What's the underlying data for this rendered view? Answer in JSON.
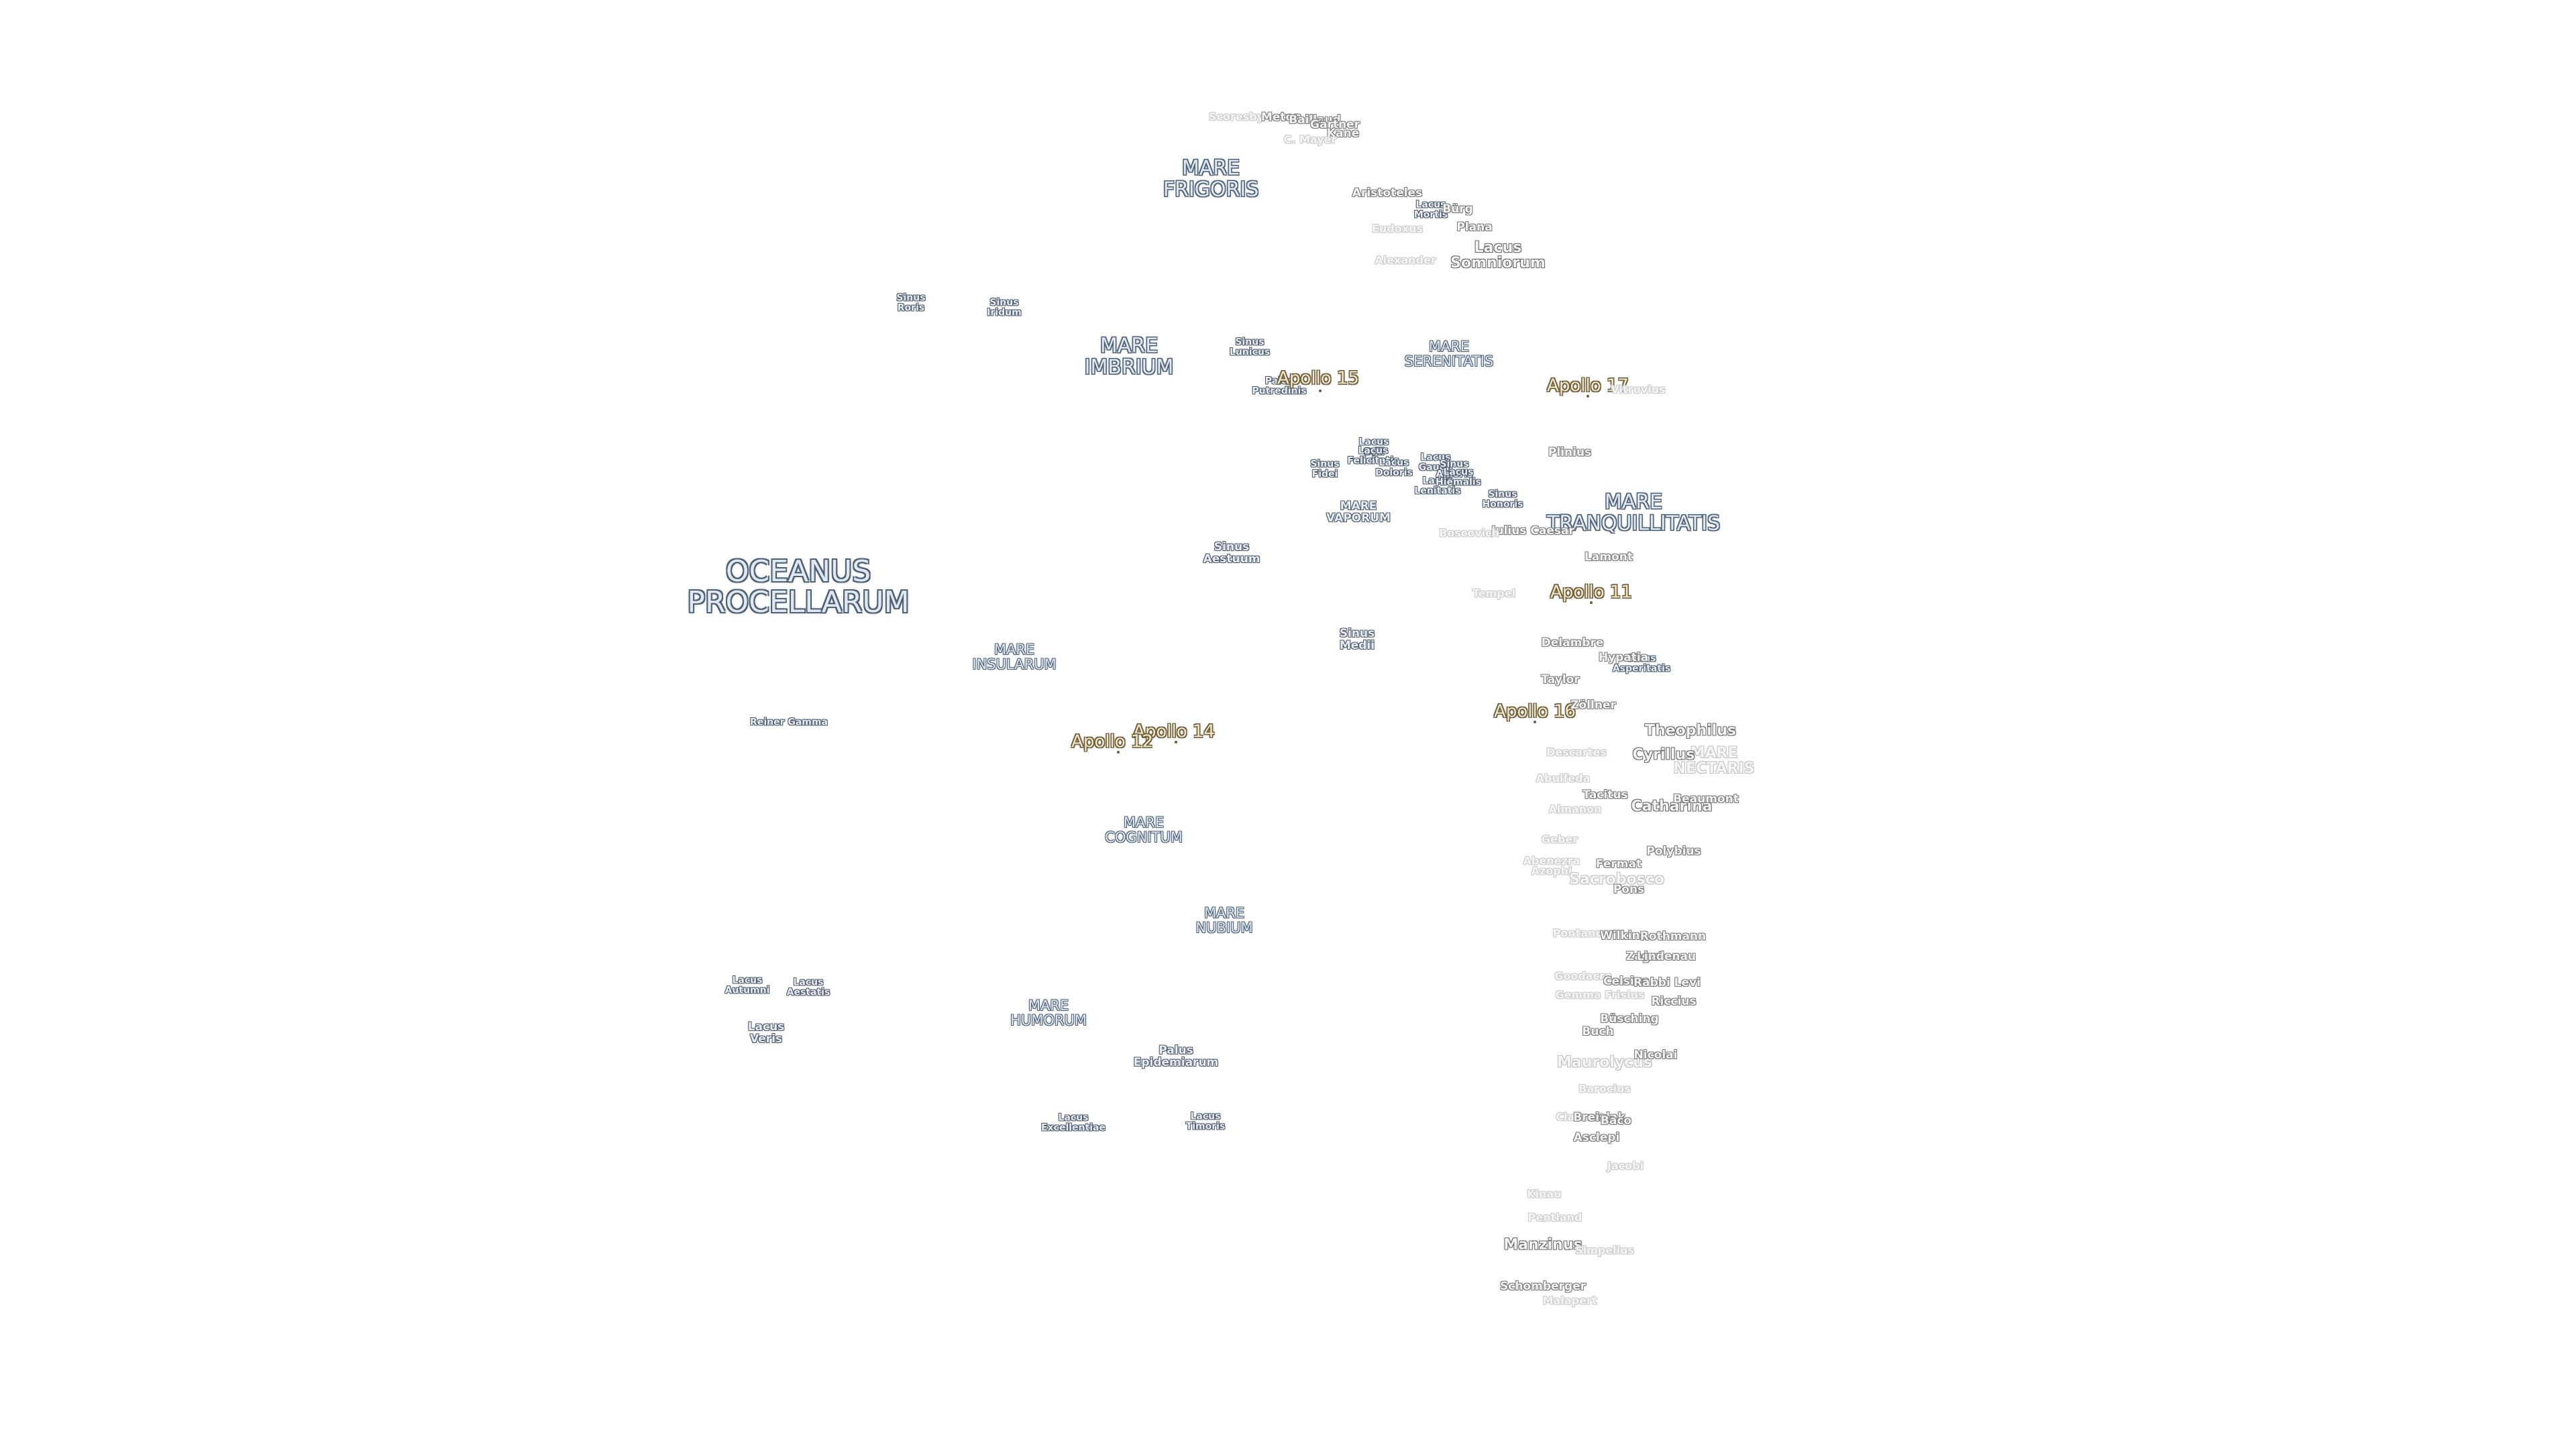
{
  "labels": [
    {
      "text": "OCEANUS\nPROCELLARUM",
      "cat": "ocean",
      "name": "oceanus-procellarum-label"
    },
    {
      "text": "MARE\nFRIGORIS",
      "cat": "mare",
      "name": "mare-frigoris-label"
    },
    {
      "text": "MARE\nIMBRIUM",
      "cat": "mare",
      "name": "mare-imbrium-label"
    },
    {
      "text": "MARE\nSERENITATIS",
      "cat": "mare-sm",
      "name": "mare-serenitatis-label"
    },
    {
      "text": "MARE\nTRANQUILLITATIS",
      "cat": "mare",
      "name": "mare-tranquillitatis-label"
    },
    {
      "text": "MARE\nINSULARUM",
      "cat": "mare-sm",
      "name": "mare-insularum-label"
    },
    {
      "text": "MARE\nCOGNITUM",
      "cat": "mare-sm",
      "name": "mare-cognitum-label"
    },
    {
      "text": "MARE\nNUBIUM",
      "cat": "mare-sm",
      "name": "mare-nubium-label"
    },
    {
      "text": "MARE\nHUMORUM",
      "cat": "mare-sm",
      "name": "mare-humorum-label"
    },
    {
      "text": "MARE\nVAPORUM",
      "cat": "feature",
      "name": "mare-vaporum-label"
    },
    {
      "text": "MARE\nNECTARIS",
      "cat": "crater-faint-lg",
      "name": "mare-nectaris-label"
    },
    {
      "text": "Sinus\nRoris",
      "cat": "feature-sm",
      "name": "sinus-roris-label"
    },
    {
      "text": "Sinus\nIridum",
      "cat": "feature-sm",
      "name": "sinus-iridum-label"
    },
    {
      "text": "Sinus\nLunicus",
      "cat": "feature-sm",
      "name": "sinus-lunicus-label"
    },
    {
      "text": "Palus\nPutredinis",
      "cat": "feature-sm",
      "name": "palus-putredinis-label"
    },
    {
      "text": "Sinus\nAestuum",
      "cat": "feature",
      "name": "sinus-aestuum-label"
    },
    {
      "text": "Sinus\nMedii",
      "cat": "feature",
      "name": "sinus-medii-label"
    },
    {
      "text": "Sinus\nHonoris",
      "cat": "feature-sm",
      "name": "sinus-honoris-label"
    },
    {
      "text": "Sinus\nAsperitatis",
      "cat": "feature-sm",
      "name": "sinus-asperitatis-label"
    },
    {
      "text": "Lacus\nMortis",
      "cat": "feature-sm",
      "name": "lacus-mortis-label"
    },
    {
      "text": "Lacus\nSomniorum",
      "cat": "crater-lg",
      "name": "lacus-somniorum-label"
    },
    {
      "text": "Lacus\nOdii",
      "cat": "feature-sm",
      "name": "lacus-odii-label"
    },
    {
      "text": "Lacus\nFelicitatis",
      "cat": "feature-sm",
      "name": "lacus-felicitatis-label"
    },
    {
      "text": "Sinus\nFidei",
      "cat": "feature-sm",
      "name": "sinus-fidei-label"
    },
    {
      "text": "Lacus\nDoloris",
      "cat": "feature-sm",
      "name": "lacus-doloris-label"
    },
    {
      "text": "Lacus\nGaudii",
      "cat": "feature-sm",
      "name": "lacus-gaudii-label"
    },
    {
      "text": "Lacus\nLenitatis",
      "cat": "feature-sm",
      "name": "lacus-lenitatis-label"
    },
    {
      "text": "Sinus\nAmoris",
      "cat": "feature-sm",
      "name": "sinus-amoris-label"
    },
    {
      "text": "Lacus\nHiemalis",
      "cat": "feature-sm",
      "name": "lacus-hiemalis-label"
    },
    {
      "text": "Reiner Gamma",
      "cat": "feature-sm",
      "name": "reiner-gamma-label"
    },
    {
      "text": "Lacus\nAutumni",
      "cat": "feature-sm",
      "name": "lacus-autumni-label"
    },
    {
      "text": "Lacus\nAestatis",
      "cat": "feature-sm",
      "name": "lacus-aestatis-label"
    },
    {
      "text": "Lacus\nVeris",
      "cat": "feature",
      "name": "lacus-veris-label"
    },
    {
      "text": "Palus\nEpidemiarum",
      "cat": "feature",
      "name": "palus-epidemiarum-label"
    },
    {
      "text": "Lacus\nExcellentiae",
      "cat": "feature-sm",
      "name": "lacus-excellentiae-label"
    },
    {
      "text": "Lacus\nTimoris",
      "cat": "feature-sm",
      "name": "lacus-timoris-label"
    },
    {
      "text": "Apollo 15",
      "cat": "apollo",
      "name": "apollo-15-label"
    },
    {
      "text": "Apollo 17",
      "cat": "apollo",
      "name": "apollo-17-label"
    },
    {
      "text": "Apollo 11",
      "cat": "apollo",
      "name": "apollo-11-label"
    },
    {
      "text": "Apollo 16",
      "cat": "apollo",
      "name": "apollo-16-label"
    },
    {
      "text": "Apollo 14",
      "cat": "apollo",
      "name": "apollo-14-label"
    },
    {
      "text": "Apollo 12",
      "cat": "apollo",
      "name": "apollo-12-label"
    },
    {
      "text": "Scoresby",
      "cat": "crater-faint",
      "name": "scoresby-label"
    },
    {
      "text": "Meton",
      "cat": "crater",
      "name": "meton-label"
    },
    {
      "text": "Baillaud",
      "cat": "crater",
      "name": "baillaud-label"
    },
    {
      "text": "Gärtner",
      "cat": "crater",
      "name": "gartner-label"
    },
    {
      "text": "Kane",
      "cat": "crater",
      "name": "kane-label"
    },
    {
      "text": "C. Mayer",
      "cat": "crater-faint",
      "name": "c-mayer-label"
    },
    {
      "text": "Aristoteles",
      "cat": "crater",
      "name": "aristoteles-label"
    },
    {
      "text": "Bürg",
      "cat": "crater",
      "name": "burg-label"
    },
    {
      "text": "Plana",
      "cat": "crater",
      "name": "plana-label"
    },
    {
      "text": "Eudoxus",
      "cat": "crater-faint",
      "name": "eudoxus-label"
    },
    {
      "text": "Alexander",
      "cat": "crater-faint",
      "name": "alexander-label"
    },
    {
      "text": "Vitruvius",
      "cat": "crater-faint",
      "name": "vitruvius-label"
    },
    {
      "text": "Plinius",
      "cat": "crater",
      "name": "plinius-label"
    },
    {
      "text": "Julius Caesar",
      "cat": "crater",
      "name": "julius-caesar-label"
    },
    {
      "text": "Boscovich",
      "cat": "crater-faint",
      "name": "boscovich-label"
    },
    {
      "text": "Lamont",
      "cat": "crater",
      "name": "lamont-label"
    },
    {
      "text": "Tempel",
      "cat": "crater-faint",
      "name": "tempel-label"
    },
    {
      "text": "Delambre",
      "cat": "crater",
      "name": "delambre-label"
    },
    {
      "text": "Hypatia",
      "cat": "crater",
      "name": "hypatia-label"
    },
    {
      "text": "Taylor",
      "cat": "crater",
      "name": "taylor-label"
    },
    {
      "text": "Zöllner",
      "cat": "crater",
      "name": "zollner-label"
    },
    {
      "text": "Theophilus",
      "cat": "crater-lg",
      "name": "theophilus-label"
    },
    {
      "text": "Cyrillus",
      "cat": "crater-lg",
      "name": "cyrillus-label"
    },
    {
      "text": "Descartes",
      "cat": "crater-faint",
      "name": "descartes-label"
    },
    {
      "text": "Abulfeda",
      "cat": "crater-faint",
      "name": "abulfeda-label"
    },
    {
      "text": "Tacitus",
      "cat": "crater",
      "name": "tacitus-label"
    },
    {
      "text": "Almanon",
      "cat": "crater-faint",
      "name": "almanon-label"
    },
    {
      "text": "Catharina",
      "cat": "crater-lg",
      "name": "catharina-label"
    },
    {
      "text": "Beaumont",
      "cat": "crater",
      "name": "beaumont-label"
    },
    {
      "text": "Geber",
      "cat": "crater-faint",
      "name": "geber-label"
    },
    {
      "text": "Polybius",
      "cat": "crater",
      "name": "polybius-label"
    },
    {
      "text": "Abenezra",
      "cat": "crater-faint",
      "name": "abenezra-label"
    },
    {
      "text": "Fermat",
      "cat": "crater",
      "name": "fermat-label"
    },
    {
      "text": "Azophi",
      "cat": "crater-faint",
      "name": "azophi-label"
    },
    {
      "text": "Sacrobosco",
      "cat": "crater-faint-lg",
      "name": "sacrobosco-label"
    },
    {
      "text": "Pons",
      "cat": "crater",
      "name": "pons-label"
    },
    {
      "text": "Pontanus",
      "cat": "crater-faint",
      "name": "pontanus-label"
    },
    {
      "text": "Wilkins",
      "cat": "crater",
      "name": "wilkins-label"
    },
    {
      "text": "Rothmann",
      "cat": "crater",
      "name": "rothmann-label"
    },
    {
      "text": "Zagut",
      "cat": "crater",
      "name": "zagut-label"
    },
    {
      "text": "Lindenau",
      "cat": "crater",
      "name": "lindenau-label"
    },
    {
      "text": "Goodacre",
      "cat": "crater-faint",
      "name": "goodacre-label"
    },
    {
      "text": "Celsius",
      "cat": "crater",
      "name": "celsius-label"
    },
    {
      "text": "Rabbi Levi",
      "cat": "crater",
      "name": "rabbi-levi-label"
    },
    {
      "text": "Gemma Frisius",
      "cat": "crater-faint",
      "name": "gemma-frisius-label"
    },
    {
      "text": "Riccius",
      "cat": "crater",
      "name": "riccius-label"
    },
    {
      "text": "Büsching",
      "cat": "crater",
      "name": "busching-label"
    },
    {
      "text": "Buch",
      "cat": "crater",
      "name": "buch-label"
    },
    {
      "text": "Maurolycus",
      "cat": "crater-faint-lg",
      "name": "maurolycus-label"
    },
    {
      "text": "Nicolai",
      "cat": "crater",
      "name": "nicolai-label"
    },
    {
      "text": "Barocius",
      "cat": "crater-faint",
      "name": "barocius-label"
    },
    {
      "text": "Clairaut",
      "cat": "crater-faint",
      "name": "clairaut-label"
    },
    {
      "text": "Breislak",
      "cat": "crater",
      "name": "breislak-label"
    },
    {
      "text": "Baco",
      "cat": "crater",
      "name": "baco-label"
    },
    {
      "text": "Asclepi",
      "cat": "crater",
      "name": "asclepi-label"
    },
    {
      "text": "Jacobi",
      "cat": "crater-faint",
      "name": "jacobi-label"
    },
    {
      "text": "Kinau",
      "cat": "crater-faint",
      "name": "kinau-label"
    },
    {
      "text": "Pentland",
      "cat": "crater-faint",
      "name": "pentland-label"
    },
    {
      "text": "Manzinus",
      "cat": "crater-lg",
      "name": "manzinus-label"
    },
    {
      "text": "Simpelius",
      "cat": "crater-faint",
      "name": "simpelius-label"
    },
    {
      "text": "Schomberger",
      "cat": "crater",
      "name": "schomberger-label"
    },
    {
      "text": "Malapert",
      "cat": "crater-faint",
      "name": "malapert-label"
    }
  ]
}
